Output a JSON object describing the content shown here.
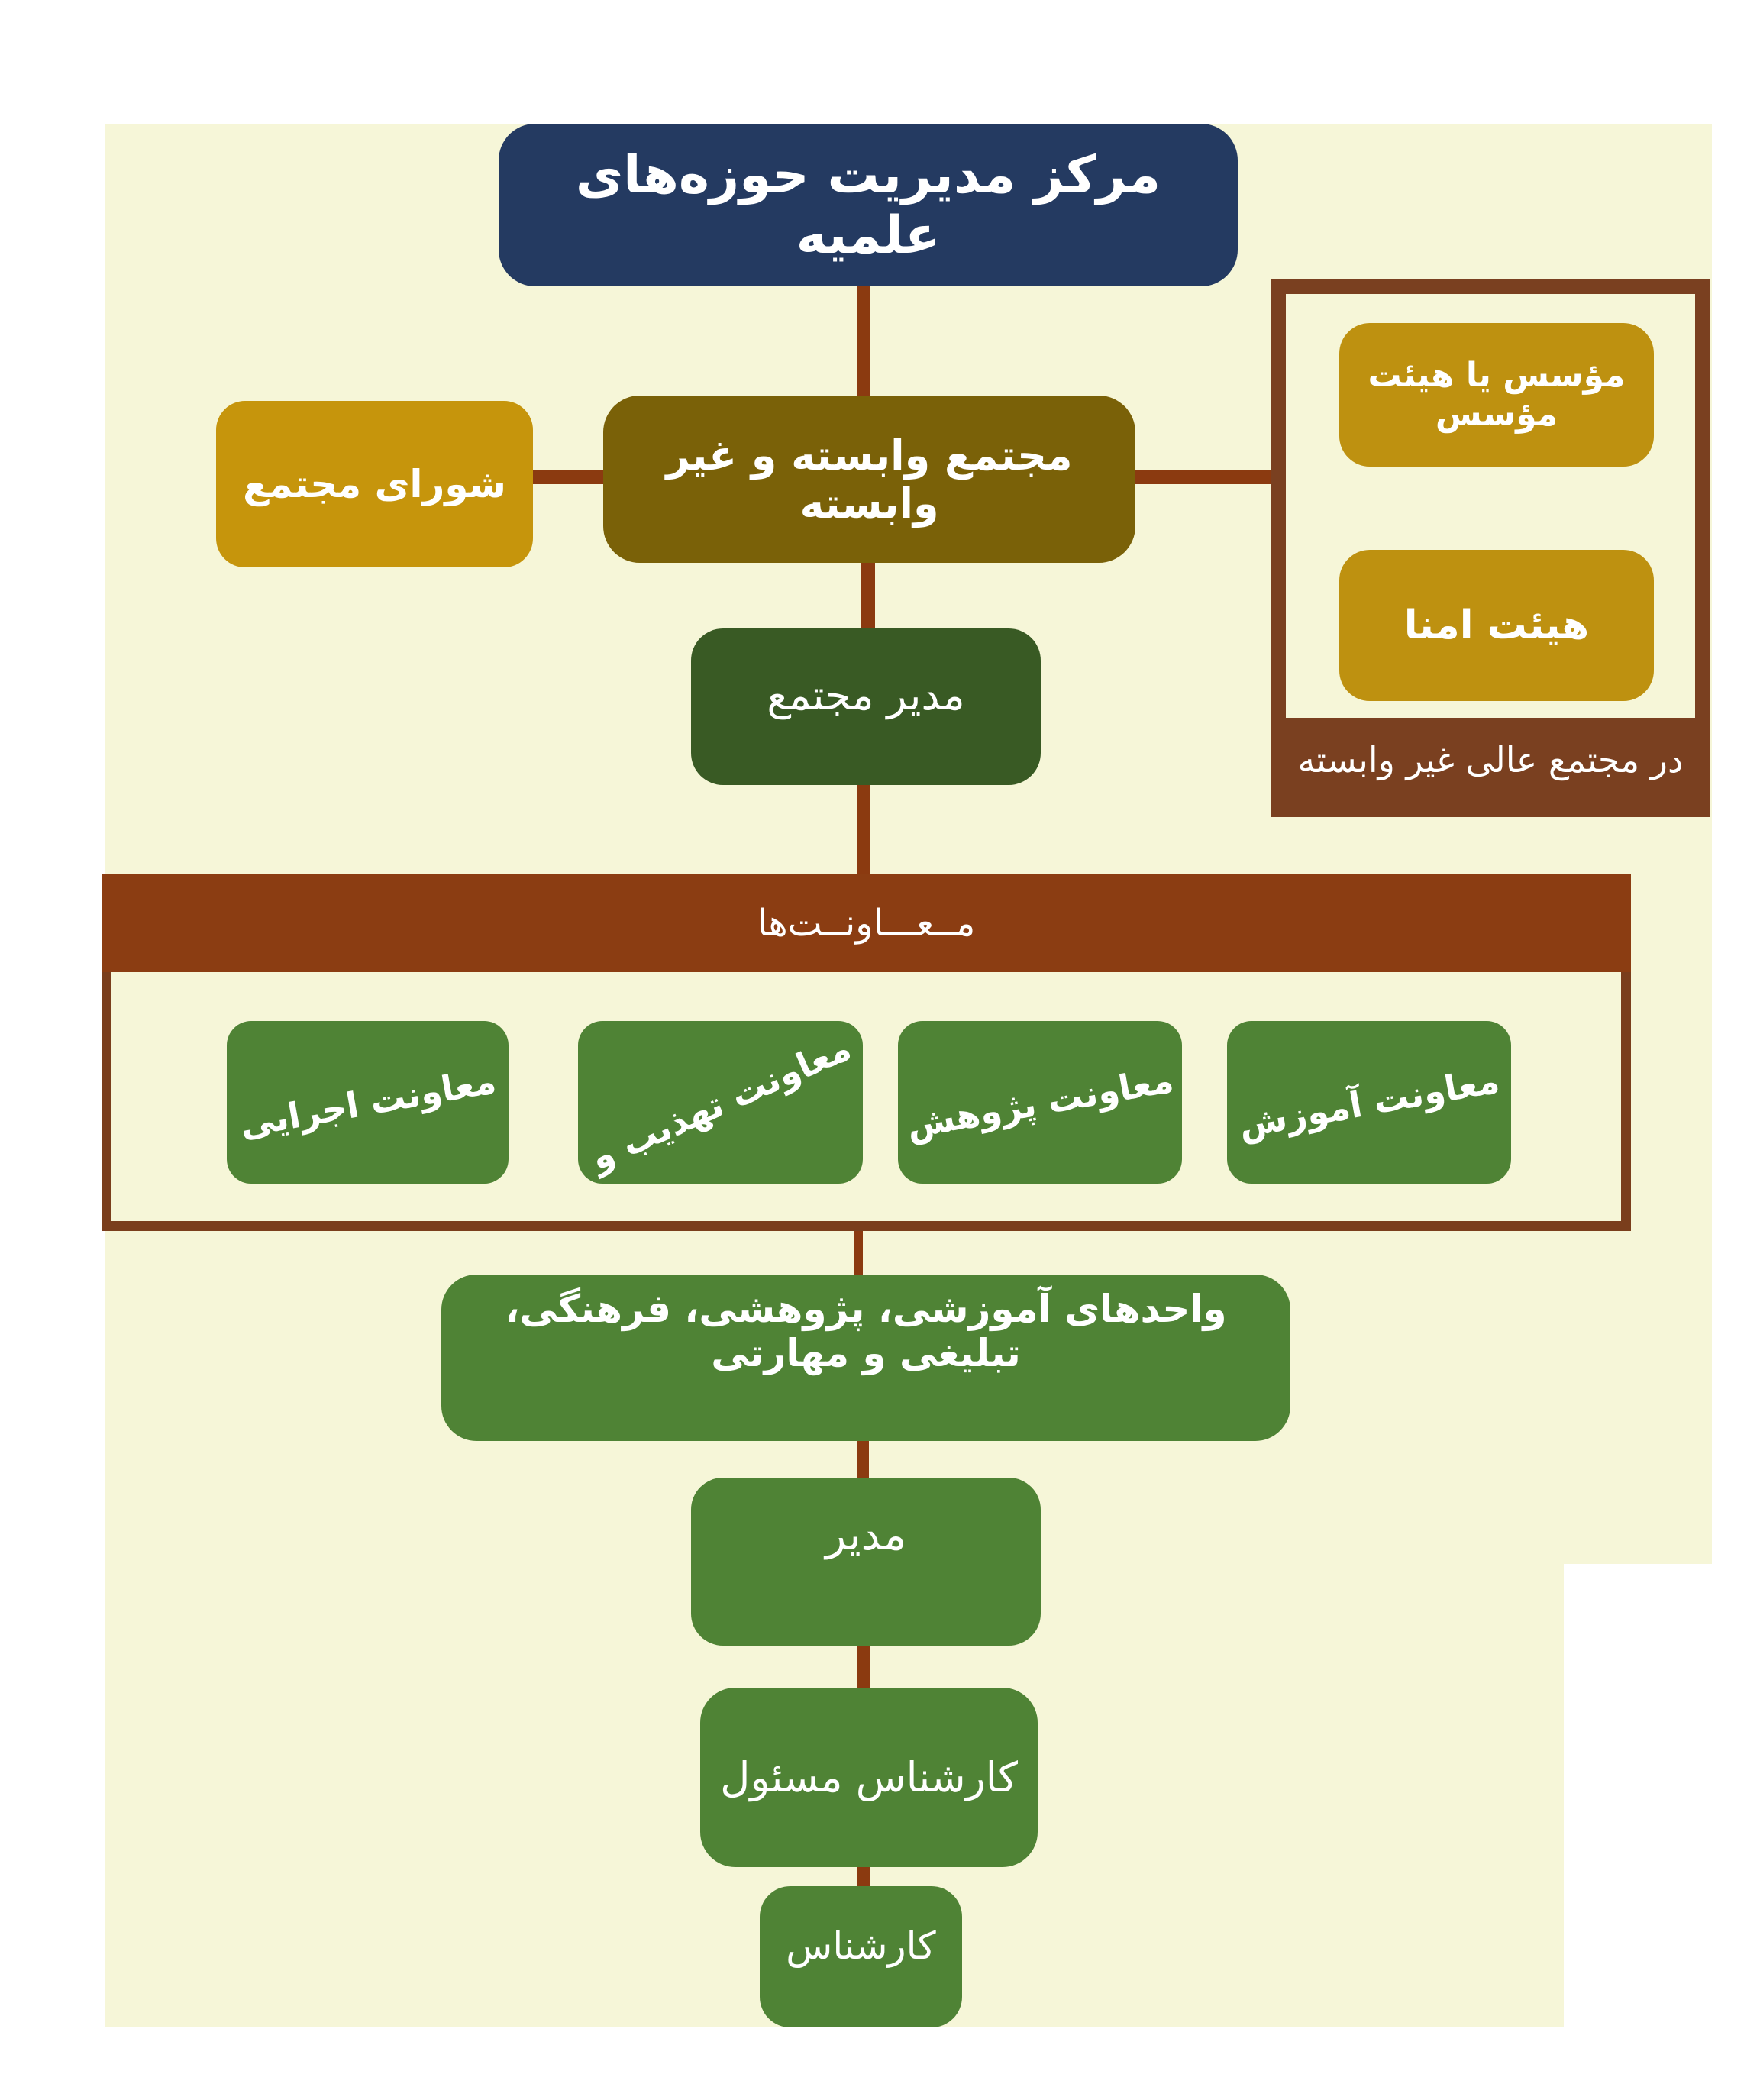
{
  "palette": {
    "page_bg": "#ffffff",
    "cream_bg": "#f6f6d8",
    "navy": "#243a61",
    "gold": "#c6950c",
    "gold_panel": "#be9110",
    "olive": "#7a6108",
    "dark_green": "#395a24",
    "green": "#4f8335",
    "rust_connector": "#8b3a10",
    "banner_brown": "#8b3d12",
    "panel_border_brown": "#7a4020"
  },
  "nodes": {
    "root": {
      "label": "مرکز مدیریت حوزه‌های علمیه"
    },
    "council": {
      "label": "شورای مجتمع"
    },
    "complex": {
      "label": "مجتمع وابسته و غیر وابسته"
    },
    "founder": {
      "label": "مؤسس یا هیئت مؤسس"
    },
    "trustees": {
      "label": "هیئت امنا"
    },
    "panel_caption": {
      "label": "در مجتمع عالی غیر وابسته"
    },
    "complex_director": {
      "label": "مدیر مجتمع"
    },
    "deputies_banner": {
      "label": "مــعـــاونــت‌ها"
    },
    "units": {
      "label": "واحدهای آموزشی، پژوهشی، فرهنگی، تبلیغی و مهارتی"
    },
    "manager": {
      "label": "مدیر"
    },
    "senior_expert": {
      "label": "کارشناس مسئول"
    },
    "expert": {
      "label": "کارشناس"
    }
  },
  "deputies": [
    {
      "label": "معاونت آموزش"
    },
    {
      "label": "معاونت پژوهش"
    },
    {
      "label": "معاونت تهذیب و"
    },
    {
      "label": "معاونت اجرایی"
    }
  ]
}
